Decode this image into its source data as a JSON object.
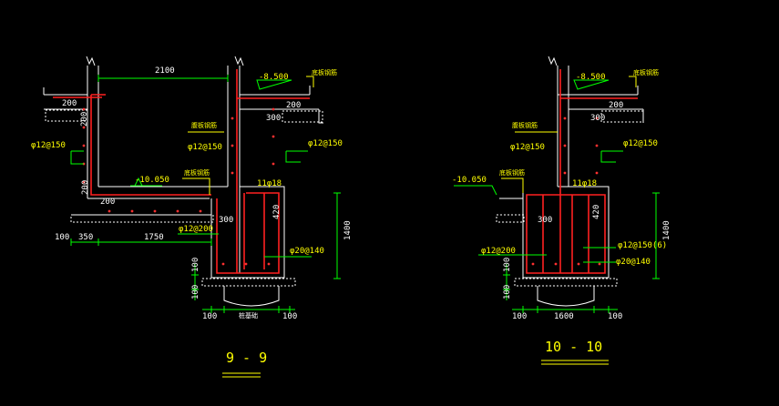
{
  "colors": {
    "background": "#000000",
    "structure": "#ffffff",
    "dimension": "#00ff00",
    "rebar": "#ff2020",
    "label": "#ffff00"
  },
  "section_9": {
    "title": "9 - 9",
    "dims": {
      "top_width": "2100",
      "wall_200a": "200",
      "wall_200b": "200",
      "wall_200c": "200",
      "wall_200d": "200",
      "slab_200": "200",
      "wall_300": "300",
      "beam_300": "300",
      "beam_420": "420",
      "bottom_100": "100",
      "bottom_350": "350",
      "bottom_1750": "1750",
      "pile_100a": "100",
      "pile_100b": "100",
      "pile_100c": "100",
      "pile_100d": "100",
      "height_1400": "1400"
    },
    "labels": {
      "elev_top": "-8.500",
      "elev_mid": "-10.050",
      "rebar_a": "φ12@150",
      "rebar_b": "φ12@150",
      "rebar_c": "φ12@150",
      "rebar_d": "φ12@200",
      "rebar_e": "11φ18",
      "rebar_f": "φ20@140",
      "note_a": "底板钢筋",
      "note_b": "腹板钢筋",
      "note_c": "底板钢筋",
      "pile": "桩基础"
    }
  },
  "section_10": {
    "title": "10 - 10",
    "dims": {
      "slab_200": "200",
      "wall_300": "300",
      "wall_300b": "300",
      "beam_420": "420",
      "bottom_100a": "100",
      "bottom_1600": "1600",
      "bottom_100b": "100",
      "pile_100a": "100",
      "pile_100b": "100",
      "height_1400": "1400"
    },
    "labels": {
      "elev_top": "-8.500",
      "elev_mid": "-10.050",
      "rebar_a": "φ12@150",
      "rebar_b": "φ12@150",
      "rebar_c": "11φ18",
      "rebar_d": "φ12@200",
      "rebar_e": "φ12@150(6)",
      "rebar_f": "φ20@140",
      "note_a": "底板钢筋",
      "note_b": "腹板钢筋",
      "note_c": "底板钢筋"
    }
  }
}
